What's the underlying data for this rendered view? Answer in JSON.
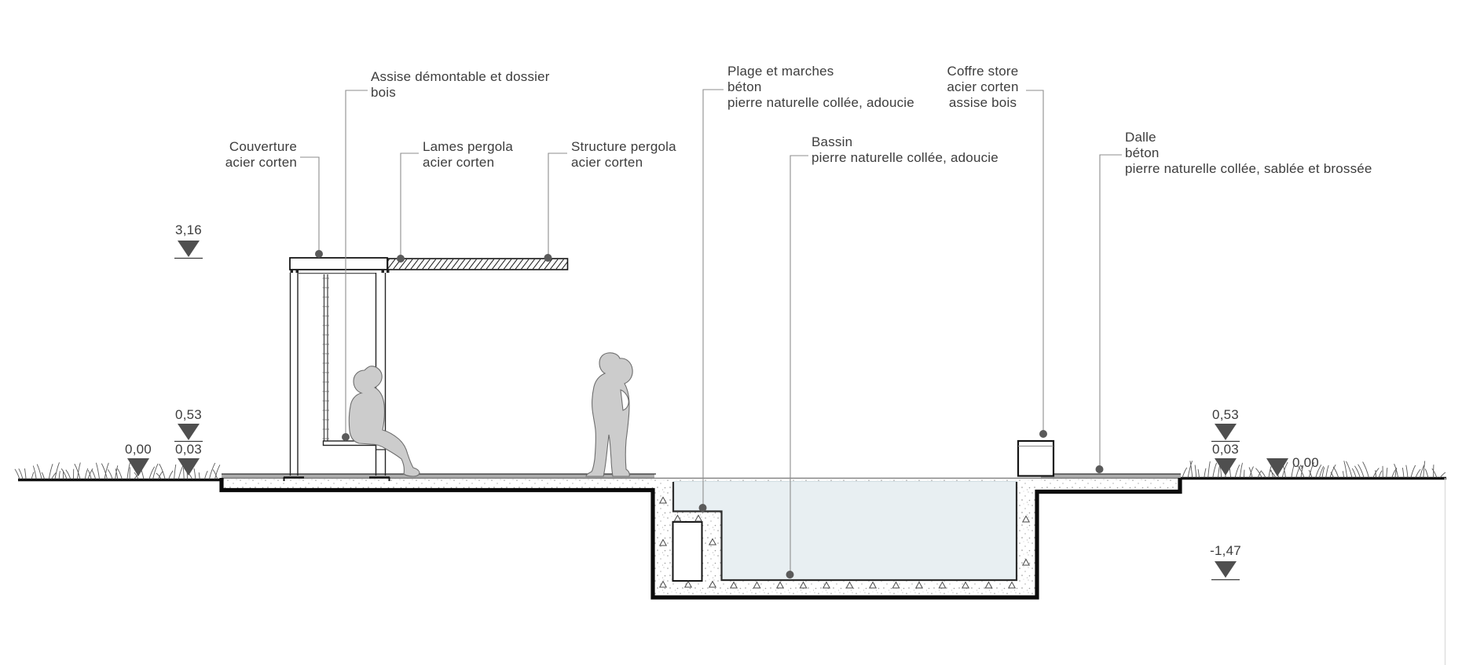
{
  "annotations": {
    "assise": {
      "lines": [
        "Assise démontable et dossier",
        "bois"
      ]
    },
    "couverture": {
      "lines": [
        "Couverture",
        "acier corten"
      ]
    },
    "lames": {
      "lines": [
        "Lames pergola",
        "acier corten"
      ]
    },
    "structure": {
      "lines": [
        "Structure pergola",
        "acier corten"
      ]
    },
    "plage": {
      "lines": [
        "Plage et marches",
        "béton",
        "pierre naturelle collée, adoucie"
      ]
    },
    "coffre": {
      "lines": [
        "Coffre store",
        "acier corten",
        "assise bois"
      ]
    },
    "bassin": {
      "lines": [
        "Bassin",
        "pierre naturelle collée, adoucie"
      ]
    },
    "dalle": {
      "lines": [
        "Dalle",
        "béton",
        "pierre naturelle collée, sablée et brossée"
      ]
    }
  },
  "elevations": {
    "pergola_top": "3,16",
    "left_bench": "0,53",
    "left_slab": "0,03",
    "left_ground": "0,00",
    "right_coffre": "0,53",
    "right_slab": "0,03",
    "right_ground": "0,00",
    "basin_floor": "-1,47"
  },
  "colors": {
    "water": "#e8eff2",
    "figure_fill": "#cccccc",
    "figure_stroke": "#6e6e6e",
    "marker": "#4f4f4f",
    "leader": "#8e8e8e",
    "text": "#3d3d3d",
    "deck": "#adadad"
  }
}
